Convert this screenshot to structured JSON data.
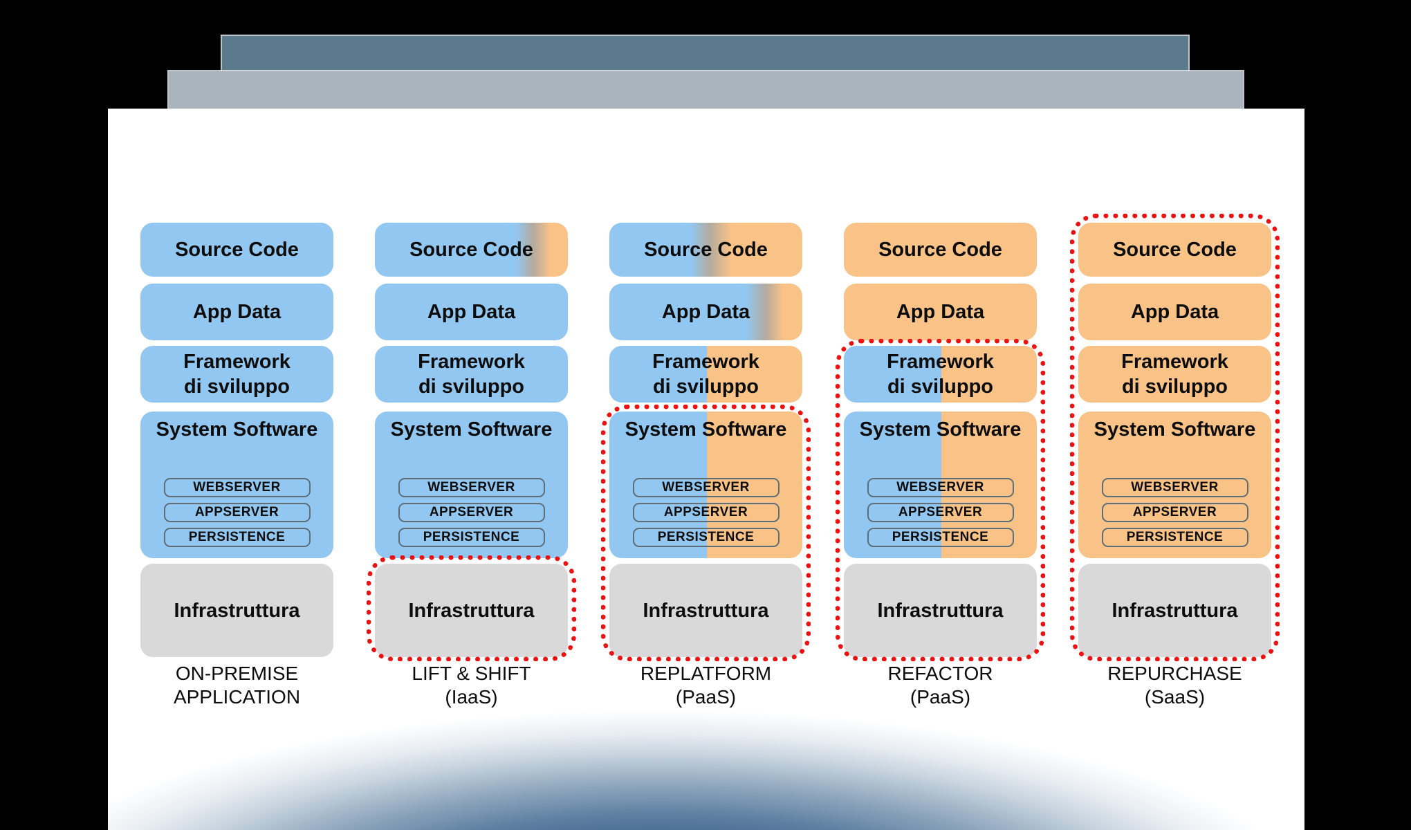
{
  "slide": {
    "description_visible_text_only": true,
    "palette": {
      "blue": "#92c7f2",
      "orange": "#f9c286",
      "graybox": "#d9d9d9",
      "outline_red": "#ee1111",
      "bar_dark": "#5b7a8c",
      "bar_light": "#aab4bc"
    }
  },
  "columns": [
    {
      "key": "on-premise",
      "label_line1": "ON-PREMISE",
      "label_line2": "APPLICATION",
      "source_code": "Source Code",
      "app_data": "App Data",
      "framework_line1": "Framework",
      "framework_line2": "di sviluppo",
      "system_software": "System Software",
      "pills": [
        "WEBSERVER",
        "APPSERVER",
        "PERSISTENCE"
      ],
      "infrastruttura": "Infrastruttura"
    },
    {
      "key": "lift-and-shift",
      "label_line1": "LIFT & SHIFT",
      "label_line2": "(IaaS)",
      "source_code": "Source Code",
      "app_data": "App Data",
      "framework_line1": "Framework",
      "framework_line2": "di sviluppo",
      "system_software": "System Software",
      "pills": [
        "WEBSERVER",
        "APPSERVER",
        "PERSISTENCE"
      ],
      "infrastruttura": "Infrastruttura"
    },
    {
      "key": "replatform",
      "label_line1": "REPLATFORM",
      "label_line2": "(PaaS)",
      "source_code": "Source Code",
      "app_data": "App Data",
      "framework_line1": "Framework",
      "framework_line2": "di sviluppo",
      "system_software": "System Software",
      "pills": [
        "WEBSERVER",
        "APPSERVER",
        "PERSISTENCE"
      ],
      "infrastruttura": "Infrastruttura"
    },
    {
      "key": "refactor",
      "label_line1": "REFACTOR",
      "label_line2": "(PaaS)",
      "source_code": "Source Code",
      "app_data": "App Data",
      "framework_line1": "Framework",
      "framework_line2": "di sviluppo",
      "system_software": "System Software",
      "pills": [
        "WEBSERVER",
        "APPSERVER",
        "PERSISTENCE"
      ],
      "infrastruttura": "Infrastruttura"
    },
    {
      "key": "repurchase",
      "label_line1": "REPURCHASE",
      "label_line2": "(SaaS)",
      "source_code": "Source Code",
      "app_data": "App Data",
      "framework_line1": "Framework",
      "framework_line2": "di sviluppo",
      "system_software": "System Software",
      "pills": [
        "WEBSERVER",
        "APPSERVER",
        "PERSISTENCE"
      ],
      "infrastruttura": "Infrastruttura"
    }
  ]
}
